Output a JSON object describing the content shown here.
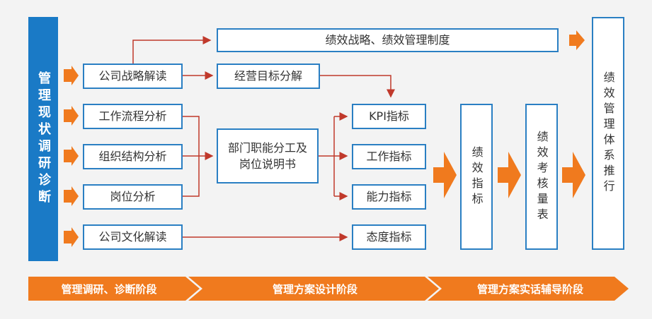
{
  "left_bar": "管理现状调研诊断",
  "boxes": {
    "strategy_system": "绩效战略、绩效管理制度",
    "company_strategy": "公司战略解读",
    "business_goal": "经营目标分解",
    "workflow": "工作流程分析",
    "org_structure": "组织结构分析",
    "position": "岗位分析",
    "culture": "公司文化解读",
    "division": "部门职能分工及岗位说明书",
    "kpi": "KPI指标",
    "work": "工作指标",
    "ability": "能力指标",
    "attitude": "态度指标",
    "perf_index": "绩效指标",
    "perf_table": "绩效考核量表",
    "perf_system": "绩效管理体系推行"
  },
  "stages": [
    "管理调研、诊断阶段",
    "管理方案设计阶段",
    "管理方案实话辅导阶段"
  ],
  "colors": {
    "blue": "#1a7ac6",
    "border": "#2a7fc3",
    "orange": "#f07a1e",
    "red": "#c0392b"
  }
}
